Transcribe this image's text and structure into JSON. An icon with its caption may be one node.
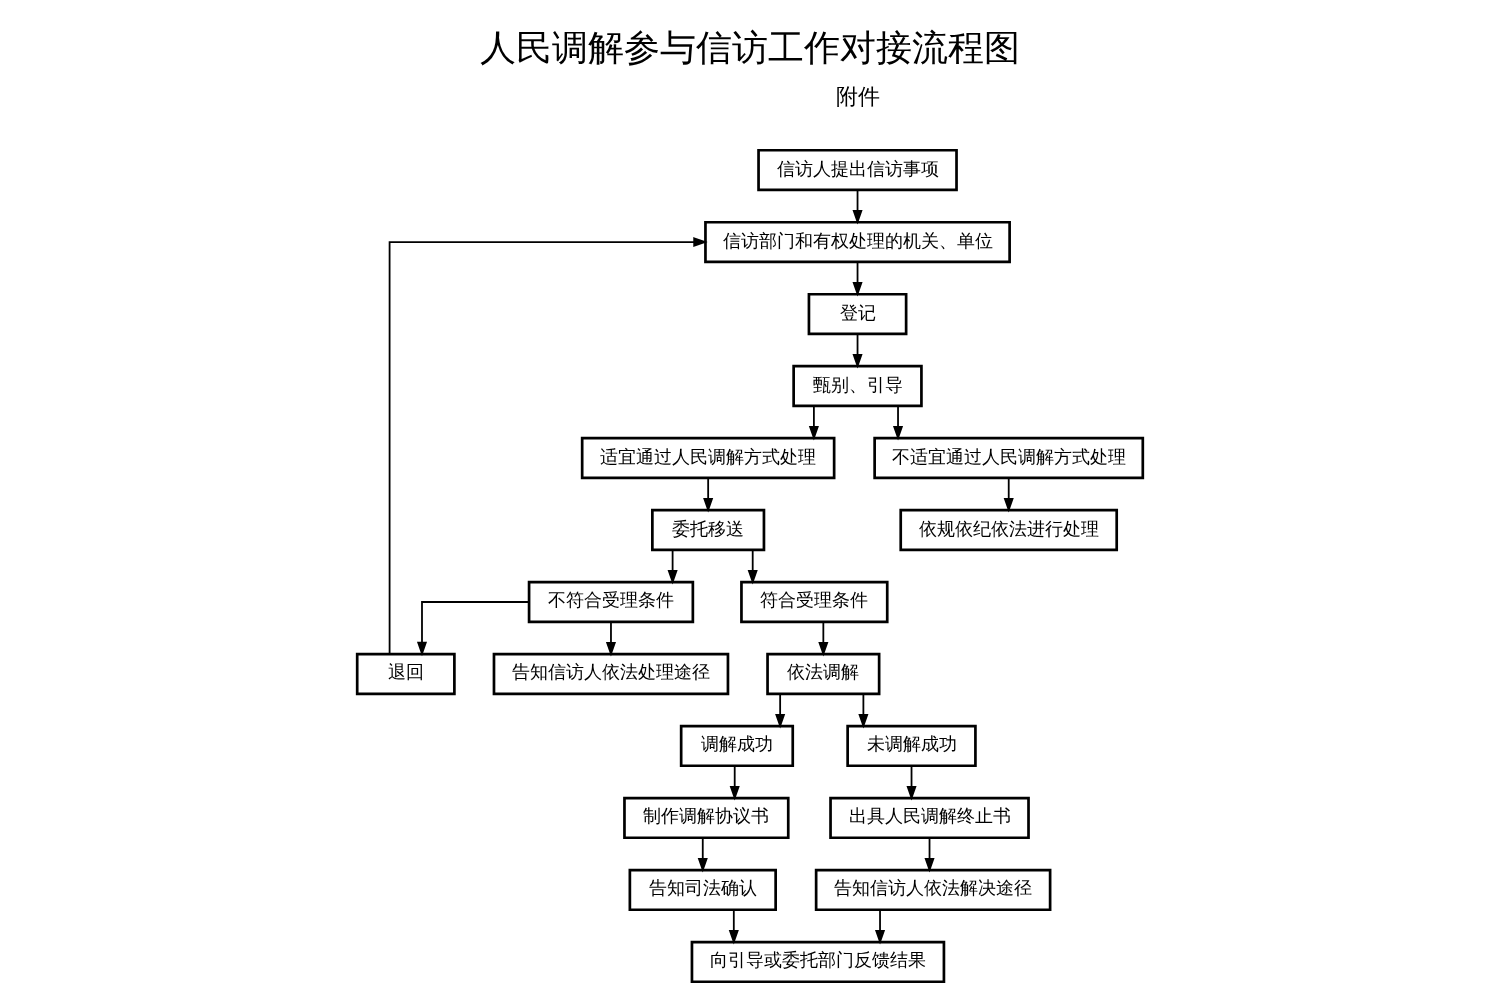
{
  "diagram": {
    "title": "人民调解参与信访工作对接流程图",
    "nodes": [
      {
        "text": [
          "信访人提出信访事项"
        ]
      },
      {
        "text": [
          "信访部门和有权处理的机关、单位"
        ]
      },
      {
        "text": [
          "登记"
        ]
      },
      {
        "text": [
          "甄别、引导"
        ]
      },
      {
        "text": [
          "适宜通过人民调解方式处理"
        ]
      },
      {
        "text": [
          "不适宜通过人民调解方式处理"
        ]
      },
      {
        "text": [
          "委托移送"
        ]
      },
      {
        "text": [
          "不符合受理条件"
        ]
      },
      {
        "text": [
          "符合受理条件"
        ]
      },
      {
        "text": [
          "依规依纪依法进行处理"
        ]
      },
      {
        "text": [
          "退回"
        ]
      },
      {
        "text": [
          "告知信访人依法处理途径"
        ]
      },
      {
        "text": [
          "依法调解"
        ]
      },
      {
        "text": [
          "调解成功"
        ]
      },
      {
        "text": [
          "未调解成功"
        ]
      },
      {
        "text": [
          "制作调解协议书"
        ]
      },
      {
        "text": [
          "出具人民调解终止书"
        ]
      },
      {
        "text": [
          "告知司法确认"
        ]
      },
      {
        "text": [
          "告知信访人依法解决途径"
        ]
      },
      {
        "text": [
          "向引导或委托部门反馈结果"
        ]
      }
    ],
    "edges": [
      {
        "from": 0,
        "to": 1,
        "arrow": "to"
      },
      {
        "from": 1,
        "to": 2,
        "arrow": "to"
      },
      {
        "from": 2,
        "to": 3,
        "arrow": "to"
      },
      {
        "from": 3,
        "to": 4,
        "arrow": "to"
      },
      {
        "from": 3,
        "to": 5,
        "arrow": "to"
      },
      {
        "from": 4,
        "to": 6,
        "arrow": "to"
      },
      {
        "from": 6,
        "to": 7,
        "arrow": "to"
      },
      {
        "from": 6,
        "to": 8,
        "arrow": "to"
      },
      {
        "from": 5,
        "to": 9,
        "arrow": "to"
      },
      {
        "from": 7,
        "to": 10,
        "arrow": "to"
      },
      {
        "from": 7,
        "to": 11,
        "arrow": "to"
      },
      {
        "from": 10,
        "to": 1,
        "arrow": "to"
      },
      {
        "from": 8,
        "to": 12,
        "arrow": "to"
      },
      {
        "from": 12,
        "to": 13,
        "arrow": "to"
      },
      {
        "from": 12,
        "to": 14,
        "arrow": "to"
      },
      {
        "from": 13,
        "to": 15,
        "arrow": "to"
      },
      {
        "from": 14,
        "to": 16,
        "arrow": "to"
      },
      {
        "from": 15,
        "to": 17,
        "arrow": "to"
      },
      {
        "from": 16,
        "to": 18,
        "arrow": "to"
      },
      {
        "from": 17,
        "to": 19,
        "arrow": "to"
      },
      {
        "from": 18,
        "to": 19,
        "arrow": "to"
      }
    ],
    "labels": [
      "附件"
    ]
  }
}
